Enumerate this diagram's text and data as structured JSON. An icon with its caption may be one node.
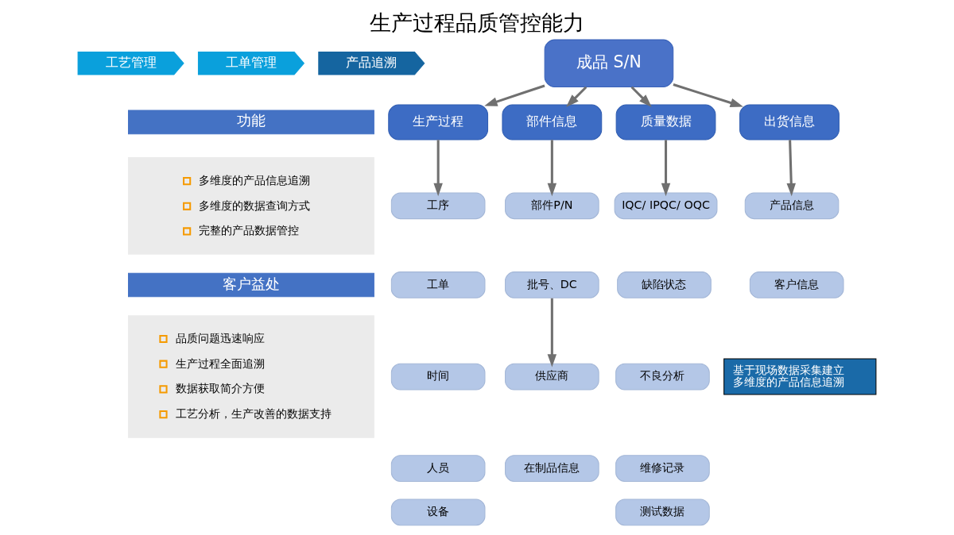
{
  "diagram": {
    "title": "生产过程品质管控能力",
    "nodes": [
      {
        "text": [
          "工艺管理"
        ]
      },
      {
        "text": [
          "工单管理"
        ]
      },
      {
        "text": [
          "产品追溯"
        ]
      },
      {
        "text": [
          "功能"
        ]
      },
      {
        "text": [
          "多维度的产品信息追溯",
          "多维度的数据查询方式",
          "完整的产品数据管控"
        ]
      },
      {
        "text": [
          "客户益处"
        ]
      },
      {
        "text": [
          "品质问题迅速响应",
          "生产过程全面追溯",
          "数据获取简介方便",
          "工艺分析，生产改善的数据支持"
        ]
      },
      {
        "text": [
          "成品 S/N"
        ]
      },
      {
        "text": [
          "生产过程"
        ]
      },
      {
        "text": [
          "部件信息"
        ]
      },
      {
        "text": [
          "质量数据"
        ]
      },
      {
        "text": [
          "出货信息"
        ]
      },
      {
        "text": [
          "工序"
        ]
      },
      {
        "text": [
          "工单"
        ]
      },
      {
        "text": [
          "时间"
        ]
      },
      {
        "text": [
          "人员"
        ]
      },
      {
        "text": [
          "设备"
        ]
      },
      {
        "text": [
          "部件P/N"
        ]
      },
      {
        "text": [
          "批号、DC"
        ]
      },
      {
        "text": [
          "供应商"
        ]
      },
      {
        "text": [
          "在制品信息"
        ]
      },
      {
        "text": [
          "IQC/ IPQC/ OQC"
        ]
      },
      {
        "text": [
          "缺陷状态"
        ]
      },
      {
        "text": [
          "不良分析"
        ]
      },
      {
        "text": [
          "维修记录"
        ]
      },
      {
        "text": [
          "测试数据"
        ]
      },
      {
        "text": [
          "产品信息"
        ]
      },
      {
        "text": [
          "客户信息"
        ]
      },
      {
        "text": [
          "基于现场数据采集建立多维度的产品信息追溯"
        ]
      }
    ],
    "edges": [
      {
        "from": 7,
        "to": 8,
        "arrow": "to"
      },
      {
        "from": 7,
        "to": 9,
        "arrow": "to"
      },
      {
        "from": 7,
        "to": 10,
        "arrow": "to"
      },
      {
        "from": 7,
        "to": 11,
        "arrow": "to"
      },
      {
        "from": 8,
        "to": 12,
        "arrow": "to"
      },
      {
        "from": 9,
        "to": 17,
        "arrow": "to"
      },
      {
        "from": 18,
        "to": 19,
        "arrow": "to"
      },
      {
        "from": 10,
        "to": 21,
        "arrow": "to"
      },
      {
        "from": 11,
        "to": 26,
        "arrow": "to"
      }
    ]
  }
}
